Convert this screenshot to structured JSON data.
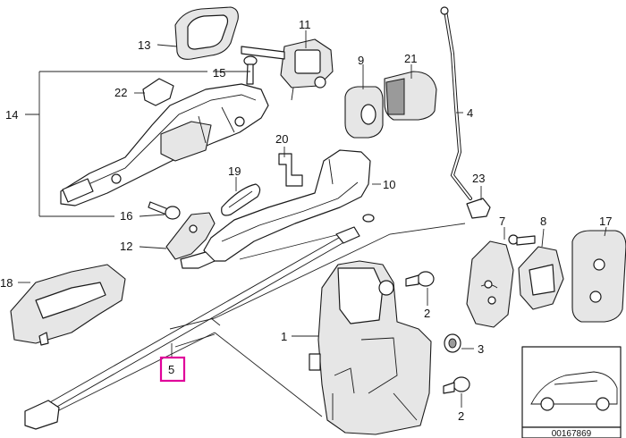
{
  "diagram": {
    "labels": [
      {
        "id": "11",
        "text": "11"
      },
      {
        "id": "13",
        "text": "13"
      },
      {
        "id": "15",
        "text": "15"
      },
      {
        "id": "9",
        "text": "9"
      },
      {
        "id": "21",
        "text": "21"
      },
      {
        "id": "22",
        "text": "22"
      },
      {
        "id": "14",
        "text": "14"
      },
      {
        "id": "4",
        "text": "4"
      },
      {
        "id": "20",
        "text": "20"
      },
      {
        "id": "19",
        "text": "19"
      },
      {
        "id": "10",
        "text": "10"
      },
      {
        "id": "16",
        "text": "16"
      },
      {
        "id": "23",
        "text": "23"
      },
      {
        "id": "12",
        "text": "12"
      },
      {
        "id": "7",
        "text": "7"
      },
      {
        "id": "8",
        "text": "8"
      },
      {
        "id": "17",
        "text": "17"
      },
      {
        "id": "18",
        "text": "18"
      },
      {
        "id": "1",
        "text": "1"
      },
      {
        "id": "2a",
        "text": "2"
      },
      {
        "id": "3",
        "text": "3"
      },
      {
        "id": "5",
        "text": "5"
      },
      {
        "id": "2b",
        "text": "2"
      }
    ],
    "highlight_color": "#e0009a",
    "catalog_number": "00167869"
  }
}
